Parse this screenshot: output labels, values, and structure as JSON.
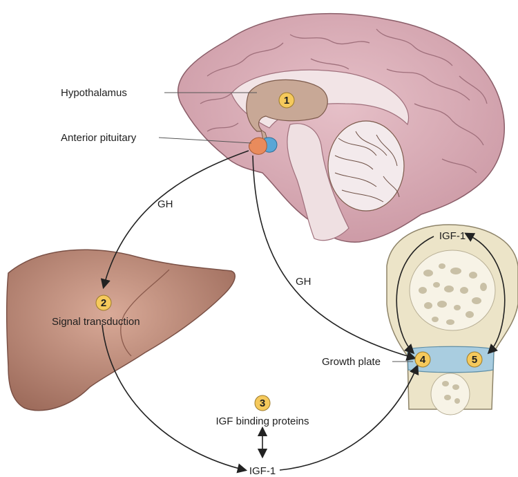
{
  "labels": {
    "hypothalamus": "Hypothalamus",
    "anterior_pituitary": "Anterior pituitary",
    "gh_left": "GH",
    "gh_right": "GH",
    "signal_transduction": "Signal transduction",
    "igf_binding_proteins": "IGF binding proteins",
    "igf1_bottom": "IGF-1",
    "igf1_bone": "IGF-1",
    "growth_plate": "Growth plate"
  },
  "steps": [
    "1",
    "2",
    "3",
    "4",
    "5"
  ],
  "colors": {
    "brain": "#d8a9b3",
    "brain_dark": "#9c6e7a",
    "hypothalamus": "#c8a896",
    "pituitary_anterior": "#e98b5c",
    "pituitary_posterior": "#5aa6d6",
    "liver": "#b98474",
    "bone": "#ece4c8",
    "growth_plate": "#a9cde0",
    "badge": "#f5c95c",
    "arrow": "#222222"
  }
}
